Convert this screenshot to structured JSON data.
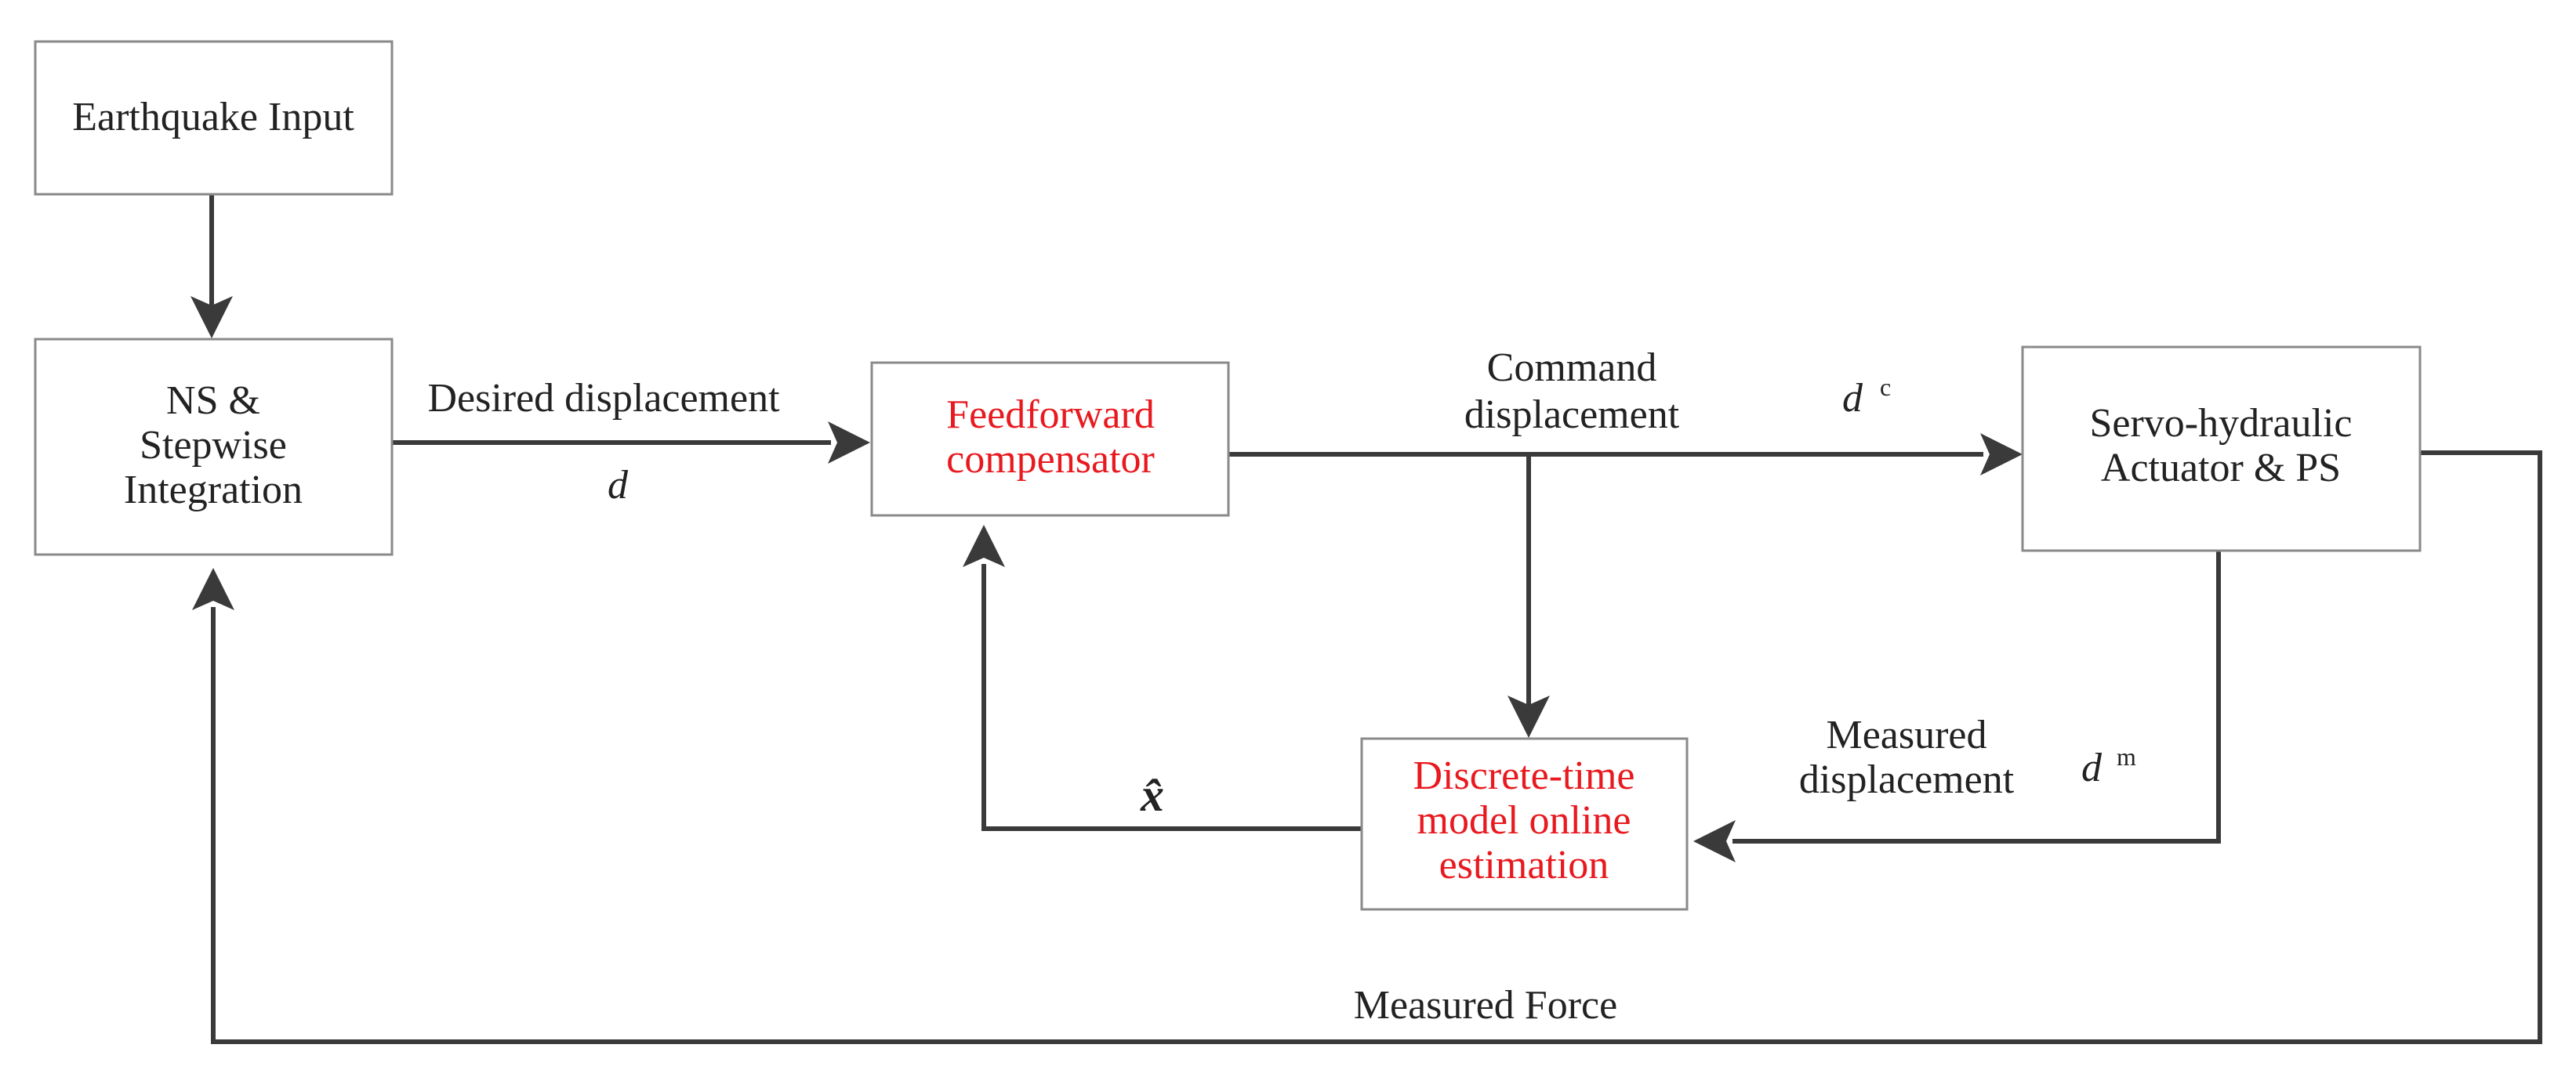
{
  "colors": {
    "line": "#3a3a3a",
    "box_border": "#8a8a8a",
    "text": "#222222",
    "highlight": "#e8191f"
  },
  "blocks": {
    "earthquake": {
      "line1": "Earthquake Input"
    },
    "ns": {
      "line1": "NS &",
      "line2": "Stepwise",
      "line3": "Integration"
    },
    "feedforward": {
      "line1": "Feedforward",
      "line2": "compensator"
    },
    "servo": {
      "line1": "Servo-hydraulic",
      "line2": "Actuator & PS"
    },
    "estimation": {
      "line1": "Discrete-time",
      "line2": "model online",
      "line3": "estimation"
    }
  },
  "signals": {
    "desired": {
      "label": "Desired displacement",
      "symbol": "d"
    },
    "command": {
      "line1": "Command",
      "line2": "displacement",
      "symbol": "d",
      "superscript": "c"
    },
    "measured_disp": {
      "line1": "Measured",
      "line2": "displacement",
      "symbol": "d",
      "superscript": "m"
    },
    "estimate": {
      "symbol": "x̂"
    },
    "measured_force": {
      "label": "Measured Force"
    }
  }
}
